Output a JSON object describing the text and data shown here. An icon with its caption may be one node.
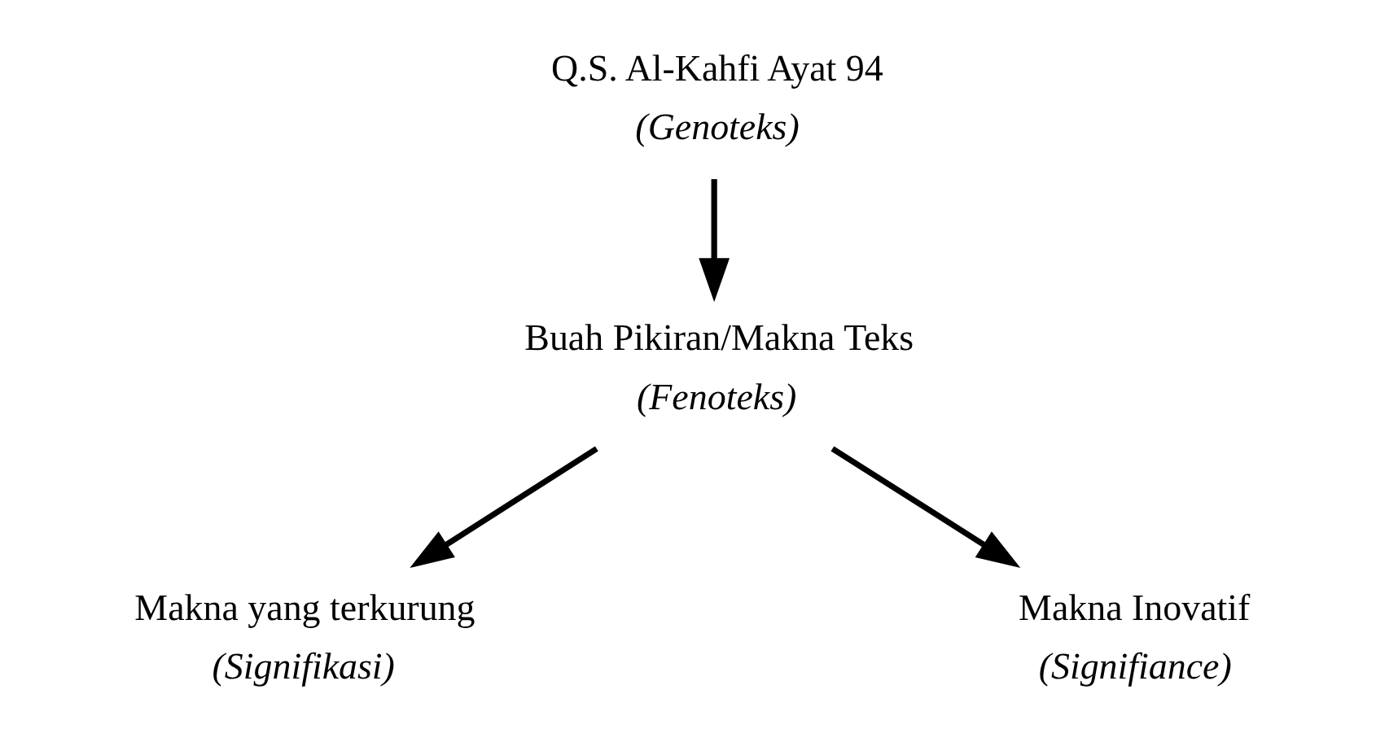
{
  "diagram": {
    "nodes": [
      {
        "text": [
          "Q.S. Al-Kahfi Ayat 94",
          "(Genoteks)"
        ]
      },
      {
        "text": [
          "Buah Pikiran/Makna Teks",
          "(Fenoteks)"
        ]
      },
      {
        "text": [
          "Makna yang terkurung",
          "(Signifikasi)"
        ]
      },
      {
        "text": [
          "Makna Inovatif",
          "(Signifiance)"
        ]
      }
    ],
    "edges": [
      {
        "from": 0,
        "to": 1,
        "arrow": "to"
      },
      {
        "from": 1,
        "to": 2,
        "arrow": "to"
      },
      {
        "from": 1,
        "to": 3,
        "arrow": "to"
      }
    ]
  }
}
